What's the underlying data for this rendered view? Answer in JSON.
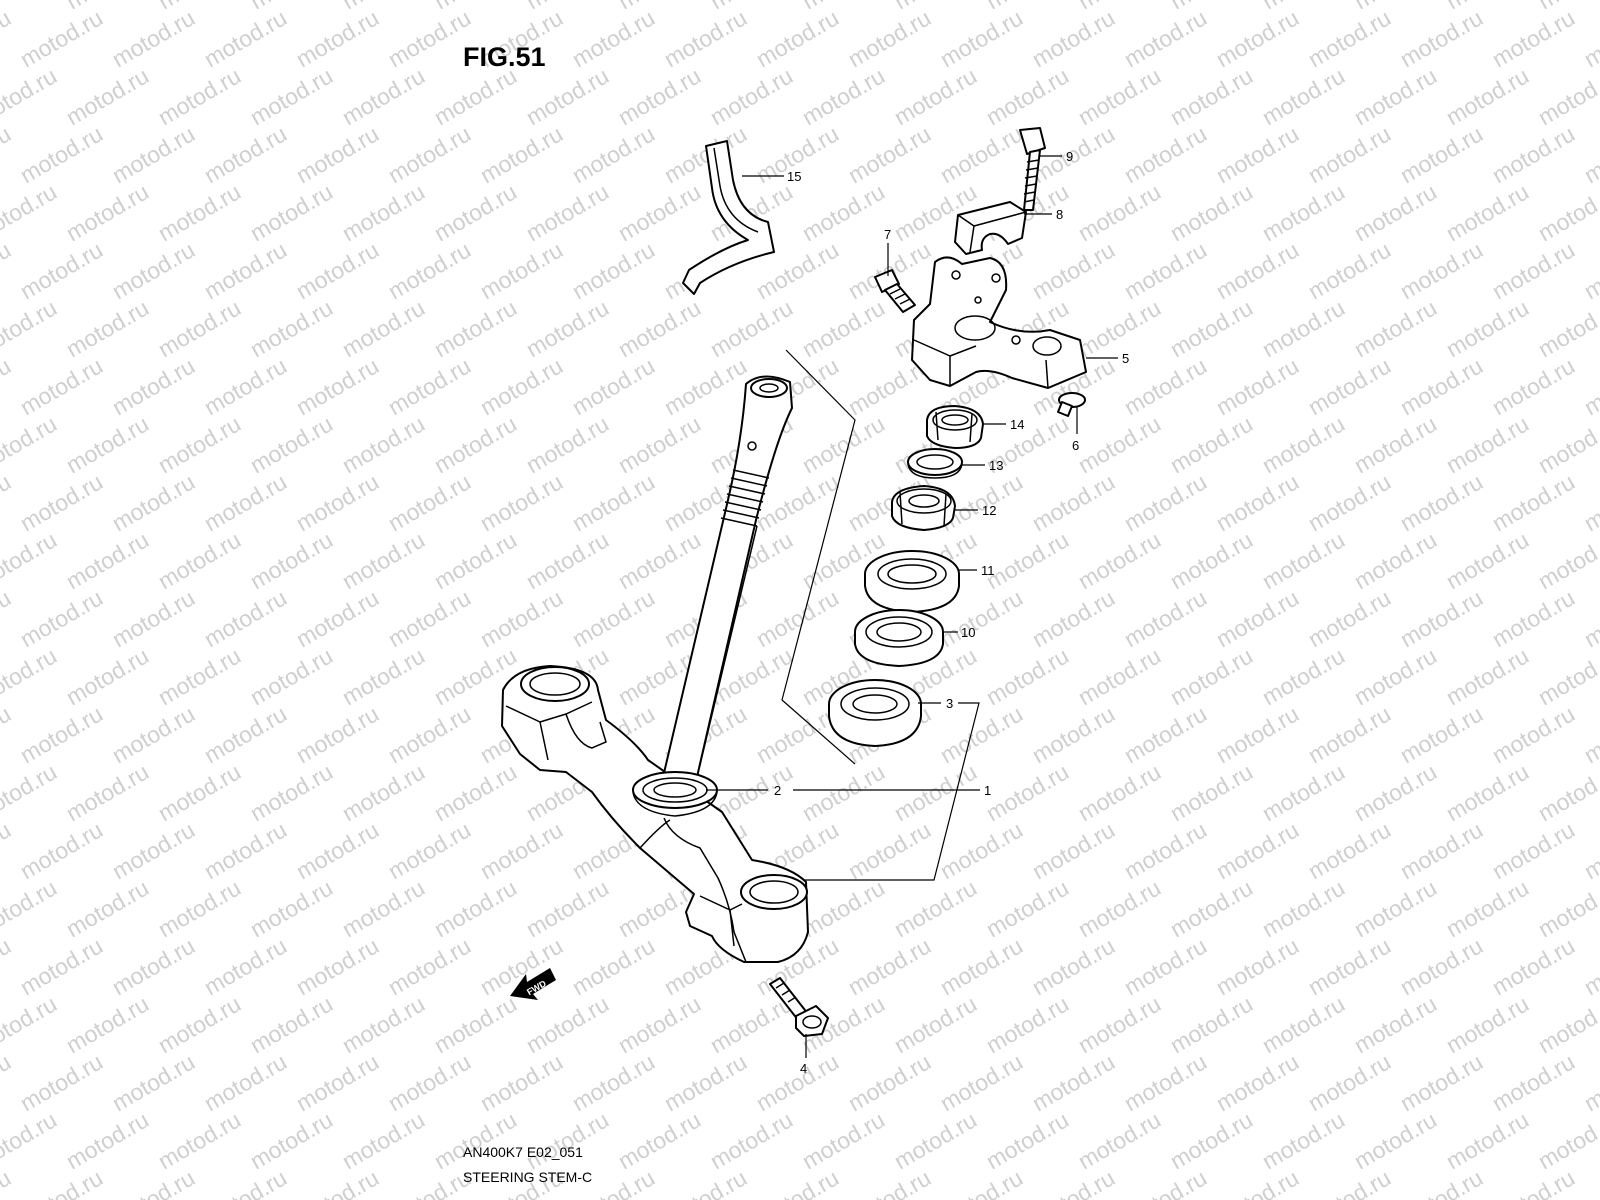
{
  "figure": {
    "title": "FIG.51",
    "model_code": "AN400K7 E02_051",
    "section_name": "STEERING STEM-C",
    "watermark_text": "motod.ru",
    "direction_badge": "FWD"
  },
  "callouts": {
    "c1": "1",
    "c2": "2",
    "c3": "3",
    "c4": "4",
    "c5": "5",
    "c6": "6",
    "c7": "7",
    "c8": "8",
    "c9": "9",
    "c10": "10",
    "c11": "11",
    "c12": "12",
    "c13": "13",
    "c14": "14",
    "c15": "15"
  },
  "colors": {
    "line": "#000000",
    "watermark": "#cfcfcf",
    "background": "#ffffff"
  }
}
